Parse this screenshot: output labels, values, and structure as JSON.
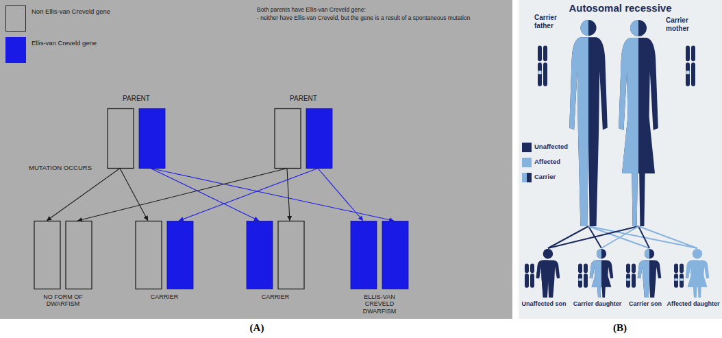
{
  "diagram": {
    "title": "Autosomal recessive",
    "nodes": [
      {
        "text": [
          "PARENT"
        ]
      },
      {
        "text": [
          "PARENT"
        ]
      },
      {
        "text": [
          "NO FORM OF DWARFISM"
        ]
      },
      {
        "text": [
          "CARRIER"
        ]
      },
      {
        "text": [
          "CARRIER"
        ]
      },
      {
        "text": [
          "ELLIS-VAN CREVELD DWARFISM"
        ]
      },
      {
        "text": [
          "Carrier father"
        ]
      },
      {
        "text": [
          "Carrier mother"
        ]
      },
      {
        "text": [
          "Unaffected son"
        ]
      },
      {
        "text": [
          "Carrier daughter"
        ]
      },
      {
        "text": [
          "Carrier son"
        ]
      },
      {
        "text": [
          "Affected daughter"
        ]
      }
    ],
    "edges": [
      {
        "from": 0,
        "to": 2,
        "arrow": "to"
      },
      {
        "from": 0,
        "to": 3,
        "arrow": "to"
      },
      {
        "from": 0,
        "to": 4,
        "arrow": "to"
      },
      {
        "from": 0,
        "to": 5,
        "arrow": "to"
      },
      {
        "from": 1,
        "to": 2,
        "arrow": "to"
      },
      {
        "from": 1,
        "to": 3,
        "arrow": "to"
      },
      {
        "from": 1,
        "to": 4,
        "arrow": "to"
      },
      {
        "from": 1,
        "to": 5,
        "arrow": "to"
      },
      {
        "from": 6,
        "to": 8,
        "arrow": "none"
      },
      {
        "from": 6,
        "to": 9,
        "arrow": "none"
      },
      {
        "from": 6,
        "to": 10,
        "arrow": "none"
      },
      {
        "from": 6,
        "to": 11,
        "arrow": "none"
      },
      {
        "from": 7,
        "to": 8,
        "arrow": "none"
      },
      {
        "from": 7,
        "to": 9,
        "arrow": "none"
      },
      {
        "from": 7,
        "to": 10,
        "arrow": "none"
      },
      {
        "from": 7,
        "to": 11,
        "arrow": "none"
      }
    ],
    "labels": [
      "Both parents have Ellis-van Creveld gene:",
      "- neither have Ellis-van Creveld, but the gene is a result of a spontaneous mutation",
      "MUTATION OCCURS",
      "(A)",
      "(B)"
    ],
    "legend": [
      {
        "text": "Non Ellis-van Creveld gene"
      },
      {
        "text": "Ellis-van Creveld gene",
        "color": "#1a1ae6"
      },
      {
        "text": "Unaffected",
        "color": "#1c2b5c"
      },
      {
        "text": "Affected",
        "color": "#86b3dd"
      },
      {
        "text": "Carrier"
      }
    ]
  }
}
